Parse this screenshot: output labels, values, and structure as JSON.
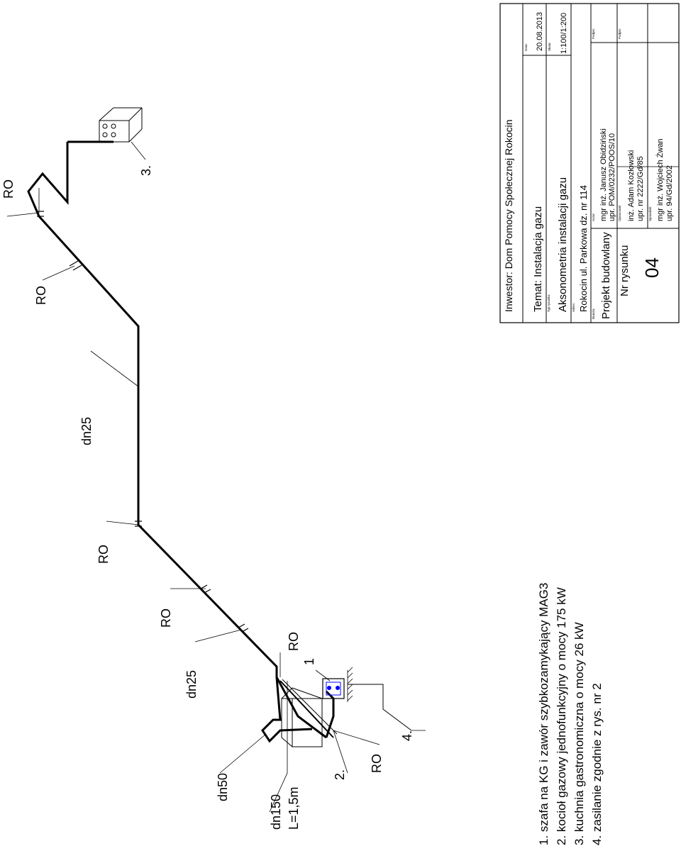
{
  "drawing": {
    "legend": [
      "1. szafa na KG i zawór szybkozamykający MAG3",
      "2. kocioł gazowy jednofunkcyjny o mocy 175 kW",
      "3. kuchnia gastronomiczna o mocy 26 kW",
      "4. zasilanie zgodnie z rys. nr 2"
    ],
    "labels": {
      "ro": "RO",
      "dn25": "dn25",
      "dn50": "dn50",
      "dn150": "dn150",
      "length": "L=1,5m",
      "n1": "1",
      "n2": "2.",
      "n3": "3.",
      "n4": "4."
    }
  },
  "title_block": {
    "investor": "Inwestor: Dom Pomocy Społecznej Rokocin",
    "topic": "Temat: Instalacja gazu",
    "date_caption": "Data:",
    "date": "20.08.2013",
    "drawing_type_caption": "Typ rysunku:",
    "drawing_type": "Aksonometria instalacji gazu",
    "scale_caption": "Skala:",
    "scale": "1:100/1:200",
    "address_caption": "Adres:",
    "address": "Rokocin ul. Parkowa dz. nr 114",
    "branch_caption": "Branża:",
    "branch": "Projekt budowlany",
    "author_caption": "Autor:",
    "author_name": "mgr inż. Janusz Obidziński",
    "author_license": "upr. POM/0232/POOS/10",
    "sign_caption": "Podpis:",
    "drawing_no_caption": "Nr rysunku",
    "drawing_no": "04",
    "prepared_caption": "Opracował:",
    "prepared_name": "inż. Adam Kozłowski",
    "prepared_license": "upr. nr 2222/Gd/85",
    "checked_caption": "Sprawdził:",
    "checked_name": "mgr inż. Wojciech Żwan",
    "checked_license": "upr. 94/Gd/2002"
  }
}
